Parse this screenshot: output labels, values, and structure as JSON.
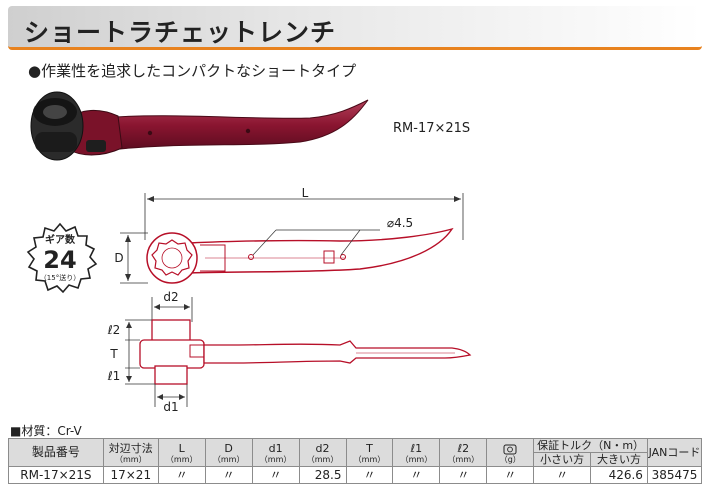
{
  "page": {
    "title": "ショートラチェットレンチ",
    "feature": "●作業性を追求したコンパクトなショートタイプ",
    "model": "RM-17×21S",
    "material": "■材質：Cr-V"
  },
  "colors": {
    "accent_orange": "#e8821e",
    "wrench_red": "#8a1530",
    "wrench_dark": "#1c1c1c",
    "diagram_red": "#b70f28"
  },
  "badge": {
    "top": "ギア数",
    "number": "24",
    "bottom": "（15°送り）"
  },
  "diagram": {
    "label_L": "L",
    "label_D": "D",
    "label_hole": "⌀4.5",
    "label_d2": "d2",
    "label_d1": "d1",
    "label_l2": "ℓ2",
    "label_T": "T",
    "label_l1": "ℓ1"
  },
  "table": {
    "headers": {
      "product_no": "製品番号",
      "width_across": "対辺寸法",
      "width_across_unit": "（mm）",
      "L": "L",
      "D": "D",
      "d1": "d1",
      "d2": "d2",
      "T": "T",
      "l1": "ℓ1",
      "l2": "ℓ2",
      "unit_mm": "（mm）",
      "weight_unit": "（g）",
      "torque": "保証トルク（N・m）",
      "torque_small": "小さい方",
      "torque_large": "大きい方",
      "jan": "JANコード"
    },
    "row": {
      "product_no": "RM-17×21S",
      "width_across": "17×21",
      "L": "〃",
      "D": "〃",
      "d1": "〃",
      "d2": "28.5",
      "T": "〃",
      "l1": "〃",
      "l2": "〃",
      "weight": "〃",
      "torque_small": "〃",
      "torque_large": "426.6",
      "jan": "385475"
    }
  }
}
